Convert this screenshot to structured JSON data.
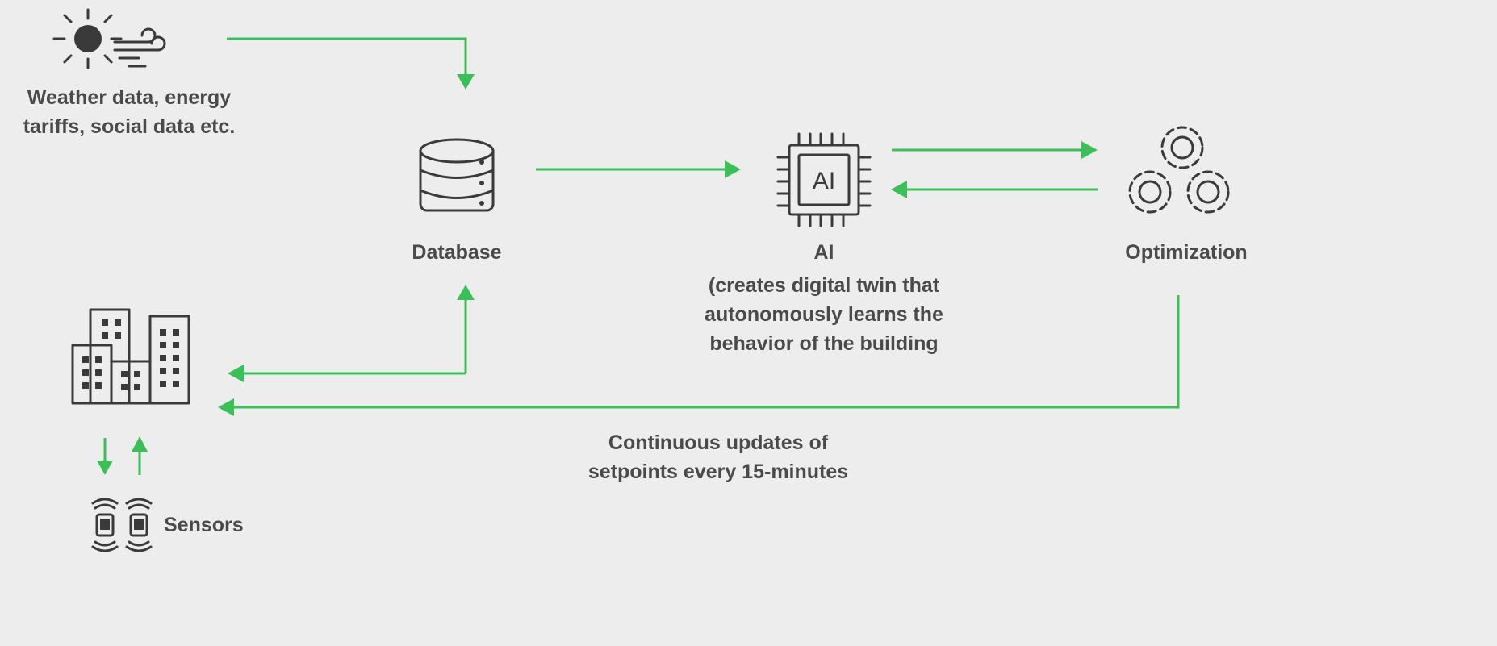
{
  "labels": {
    "weather": [
      "Weather data, energy",
      "tariffs, social data etc."
    ],
    "database": "Database",
    "ai": "AI",
    "ai_description": [
      "(creates digital twin that",
      "autonomously learns the",
      "behavior of the building"
    ],
    "optimization": "Optimization",
    "updates": [
      "Continuous updates of",
      "setpoints every 15-minutes"
    ],
    "sensors": "Sensors"
  },
  "icons": {
    "weather": "sun-wind-icon",
    "database": "database-icon",
    "ai": "ai-chip-icon",
    "optimization": "gears-icon",
    "building": "buildings-icon",
    "sensor": "sensor-icon"
  },
  "chip_text": "AI",
  "colors": {
    "background": "#ededed",
    "arrow": "#39c158",
    "icon": "#3a3a3a",
    "text": "#4a4a4a"
  }
}
